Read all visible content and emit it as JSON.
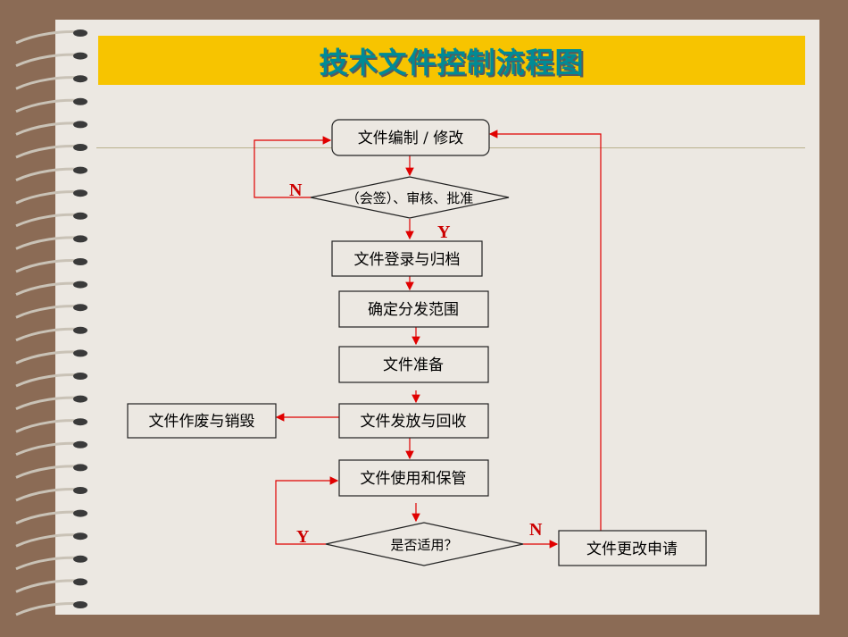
{
  "title": "技术文件控制流程图",
  "nodes": {
    "edit": "文件编制 / 修改",
    "approve": "（会签）、审核、批准",
    "register": "文件登录与归档",
    "scope": "确定分发范围",
    "prepare": "文件准备",
    "distribute": "文件发放与回收",
    "destroy": "文件作废与销毁",
    "use": "文件使用和保管",
    "applicable": "是否适用？",
    "change_request": "文件更改申请"
  },
  "labels": {
    "approve_no": "N",
    "approve_yes": "Y",
    "applicable_yes": "Y",
    "applicable_no": "N"
  },
  "colors": {
    "page": "#ece8e2",
    "background": "#8b6b55",
    "title_bar": "#f7c400",
    "title_text": "#008b96",
    "arrow": "#e00000"
  }
}
